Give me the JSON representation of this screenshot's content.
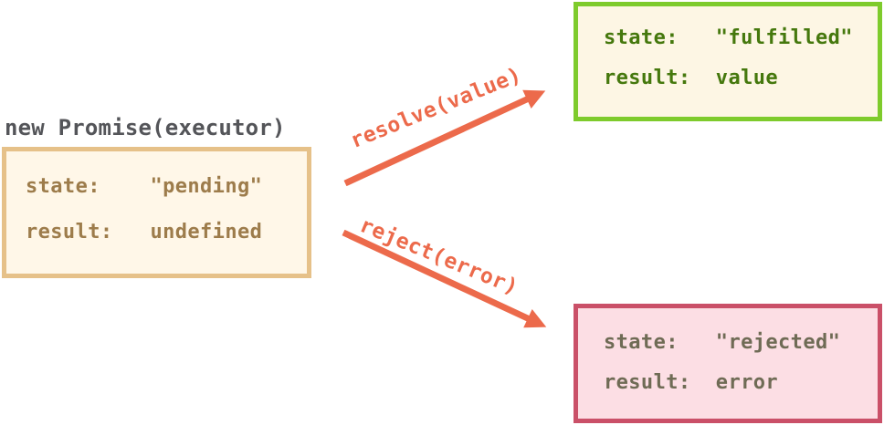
{
  "colors": {
    "canvas-bg": "#ffffff",
    "coral": "#ec6a4b",
    "title-text": "#545559",
    "pending-border": "#e6c189",
    "pending-bg": "#fff7e8",
    "pending-text": "#9d7c4b",
    "fulfilled-border": "#7ecb2c",
    "fulfilled-bg": "#fdf6e4",
    "fulfilled-text": "#45780d",
    "rejected-border": "#ca5068",
    "rejected-bg": "#fcdee4",
    "rejected-text": "#6f6b55"
  },
  "title": "new Promise(executor)",
  "pending_box": {
    "state_line": "state:    \"pending\"",
    "result_line": "result:   undefined"
  },
  "fulfilled_box": {
    "state_line": "state:   \"fulfilled\"",
    "result_line": "result:  value"
  },
  "rejected_box": {
    "state_line": "state:   \"rejected\"",
    "result_line": "result:  error"
  },
  "arrows": {
    "resolve": {
      "label": "resolve(value)"
    },
    "reject": {
      "label": "reject(error)"
    }
  }
}
